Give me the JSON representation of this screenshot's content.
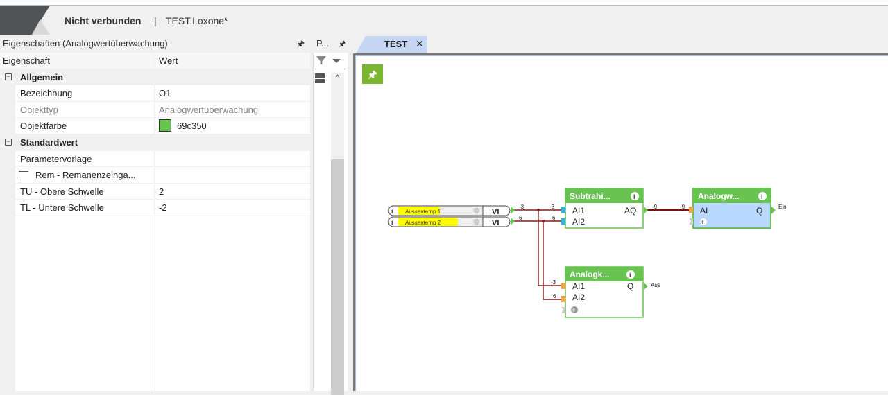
{
  "titlebar": {
    "connection_status": "Nicht verbunden",
    "separator": "|",
    "filename": "TEST.Loxone*"
  },
  "properties": {
    "title": "Eigenschaften (Analogwertüberwachung)",
    "pin_icon": "pin-icon",
    "columns": {
      "name": "Eigenschaft",
      "value": "Wert"
    },
    "categories": [
      {
        "label": "Allgemein",
        "collapse_symbol": "−",
        "rows": [
          {
            "name": "Bezeichnung",
            "value": "O1",
            "muted": false
          },
          {
            "name": "Objekttyp",
            "value": "Analogwertüberwachung",
            "muted": true
          },
          {
            "name": "Objektfarbe",
            "value": "69c350",
            "color": "#69c350"
          }
        ]
      },
      {
        "label": "Standardwert",
        "collapse_symbol": "−",
        "rows": [
          {
            "name": "Parametervorlage",
            "value": ""
          },
          {
            "name": "Rem - Remanenzeinga...",
            "value": "",
            "checkbox": true,
            "checked": false
          },
          {
            "name": "TU - Obere Schwelle",
            "value": "2"
          },
          {
            "name": "TL - Untere Schwelle",
            "value": "-2"
          }
        ]
      }
    ]
  },
  "periphery_panel": {
    "title": "P...",
    "pin_icon": "pin-icon",
    "filter_icon": "filter-icon",
    "scroll_up": "^"
  },
  "editor": {
    "tabs": [
      {
        "label": "TEST",
        "close": "✕",
        "active": true
      }
    ],
    "pin_button": "pin-icon",
    "accent_color": "#7ab630",
    "block_color": "#69c350",
    "wire_color": "#8b1a1a",
    "inputs": [
      {
        "label": "Aussentemp 1",
        "type": "VI",
        "value": "-3"
      },
      {
        "label": "Aussentemp 2",
        "type": "VI",
        "value": "6"
      }
    ],
    "blocks": [
      {
        "title": "Subtrahi...",
        "inputs": [
          {
            "name": "AI1",
            "value": "-3"
          },
          {
            "name": "AI2",
            "value": "6"
          }
        ],
        "outputs": [
          {
            "name": "AQ",
            "value": "-9"
          }
        ]
      },
      {
        "title": "Analogw...",
        "inputs": [
          {
            "name": "AI",
            "value": "-9"
          }
        ],
        "outputs": [
          {
            "name": "Q",
            "label": "Ein"
          }
        ],
        "add_symbol": "+"
      },
      {
        "title": "Analogk...",
        "inputs": [
          {
            "name": "AI1",
            "value": "-3"
          },
          {
            "name": "AI2",
            "value": "6"
          }
        ],
        "outputs": [
          {
            "name": "Q",
            "label": "Aus"
          }
        ],
        "add_symbol": "+"
      }
    ],
    "info_symbol": "i"
  }
}
